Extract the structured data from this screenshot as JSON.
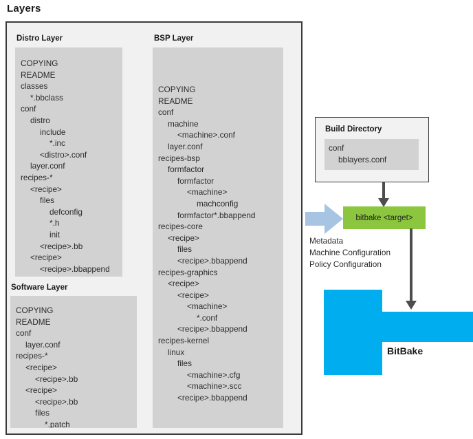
{
  "page": {
    "title": "Layers"
  },
  "layers": {
    "distro": {
      "title": "Distro Layer",
      "tree": [
        {
          "indent": 0,
          "text": "COPYING"
        },
        {
          "indent": 0,
          "text": "README"
        },
        {
          "indent": 0,
          "text": "classes"
        },
        {
          "indent": 1,
          "text": "*.bbclass"
        },
        {
          "indent": 0,
          "text": "conf"
        },
        {
          "indent": 1,
          "text": "distro"
        },
        {
          "indent": 2,
          "text": "include"
        },
        {
          "indent": 3,
          "text": "*.inc"
        },
        {
          "indent": 2,
          "text": "<distro>.conf"
        },
        {
          "indent": 1,
          "text": "layer.conf"
        },
        {
          "indent": 0,
          "text": "recipes-*"
        },
        {
          "indent": 1,
          "text": "<recipe>"
        },
        {
          "indent": 2,
          "text": "files"
        },
        {
          "indent": 3,
          "text": "defconfig"
        },
        {
          "indent": 3,
          "text": "*.h"
        },
        {
          "indent": 3,
          "text": "init"
        },
        {
          "indent": 2,
          "text": "<recipe>.bb"
        },
        {
          "indent": 1,
          "text": "<recipe>"
        },
        {
          "indent": 2,
          "text": "<recipe>.bbappend"
        }
      ]
    },
    "software": {
      "title": "Software Layer",
      "tree": [
        {
          "indent": 0,
          "text": "COPYING"
        },
        {
          "indent": 0,
          "text": "README"
        },
        {
          "indent": 0,
          "text": "conf"
        },
        {
          "indent": 1,
          "text": "layer.conf"
        },
        {
          "indent": 0,
          "text": "recipes-*"
        },
        {
          "indent": 1,
          "text": "<recipe>"
        },
        {
          "indent": 2,
          "text": "<recipe>.bb"
        },
        {
          "indent": 1,
          "text": "<recipe>"
        },
        {
          "indent": 2,
          "text": "<recipe>.bb"
        },
        {
          "indent": 2,
          "text": "files"
        },
        {
          "indent": 3,
          "text": "*.patch"
        }
      ]
    },
    "bsp": {
      "title": "BSP Layer",
      "tree": [
        {
          "indent": 0,
          "text": "COPYING"
        },
        {
          "indent": 0,
          "text": "README"
        },
        {
          "indent": 0,
          "text": "conf"
        },
        {
          "indent": 1,
          "text": "machine"
        },
        {
          "indent": 2,
          "text": "<machine>.conf"
        },
        {
          "indent": 1,
          "text": "layer.conf"
        },
        {
          "indent": 0,
          "text": "recipes-bsp"
        },
        {
          "indent": 1,
          "text": "formfactor"
        },
        {
          "indent": 2,
          "text": "formfactor"
        },
        {
          "indent": 3,
          "text": "<machine>"
        },
        {
          "indent": 4,
          "text": "machconfig"
        },
        {
          "indent": 2,
          "text": "formfactor*.bbappend"
        },
        {
          "indent": 0,
          "text": "recipes-core"
        },
        {
          "indent": 1,
          "text": "<recipe>"
        },
        {
          "indent": 2,
          "text": "files"
        },
        {
          "indent": 2,
          "text": "<recipe>.bbappend"
        },
        {
          "indent": 0,
          "text": "recipes-graphics"
        },
        {
          "indent": 1,
          "text": "<recipe>"
        },
        {
          "indent": 2,
          "text": "<recipe>"
        },
        {
          "indent": 3,
          "text": "<machine>"
        },
        {
          "indent": 4,
          "text": "*.conf"
        },
        {
          "indent": 2,
          "text": "<recipe>.bbappend"
        },
        {
          "indent": 0,
          "text": "recipes-kernel"
        },
        {
          "indent": 1,
          "text": "linux"
        },
        {
          "indent": 2,
          "text": "files"
        },
        {
          "indent": 3,
          "text": "<machine>.cfg"
        },
        {
          "indent": 3,
          "text": "<machine>.scc"
        },
        {
          "indent": 2,
          "text": "<recipe>.bbappend"
        }
      ]
    }
  },
  "build_directory": {
    "title": "Build Directory",
    "tree": [
      {
        "indent": 0,
        "text": "conf"
      },
      {
        "indent": 1,
        "text": "bblayers.conf"
      }
    ]
  },
  "bitbake": {
    "target_label": "bitbake <target>",
    "block_label": "BitBake"
  },
  "metadata_inputs": [
    "Metadata",
    "Machine Configuration",
    "Policy Configuration"
  ],
  "colors": {
    "bitbake_green": "#8cc63e",
    "bitbake_blue": "#00aeef",
    "metadata_arrow_blue": "#a7c4e2",
    "panel_gray": "#d2d2d2",
    "frame_border": "#3a3a3a",
    "arrow_dark": "#4d4d4d"
  }
}
